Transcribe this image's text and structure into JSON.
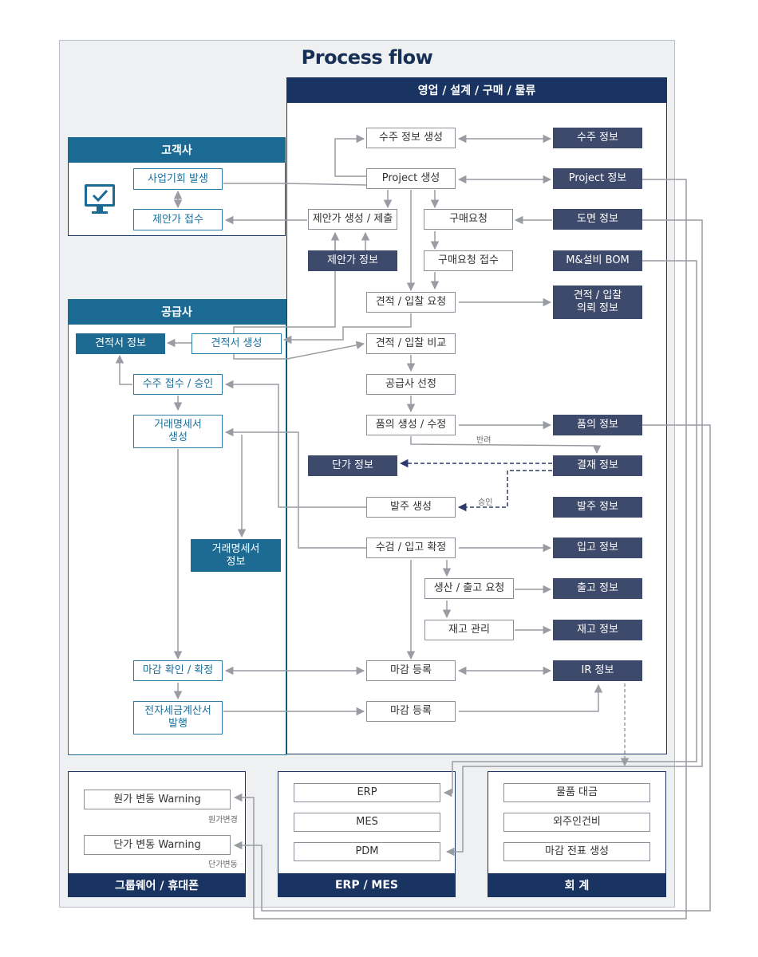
{
  "title": "Process flow",
  "sections": {
    "sales": "영업 / 설계 / 구매 / 물류",
    "customer": "고객사",
    "supplier": "공급사",
    "groupware": "그룹웨어 / 휴대폰",
    "erp": "ERP / MES",
    "accounting": "회 계"
  },
  "customer": {
    "business_plan": "사업기회 발생",
    "proposal_receive": "제안가 접수"
  },
  "supplier": {
    "quote_info": "견적서 정보",
    "quote_create": "견적서 생성",
    "order_accept": "수주 접수 / 승인",
    "statement_create": "거래명세서\n생성",
    "statement_info": "거래명세서\n정보",
    "close_confirm": "마감 확인 / 확정",
    "tax_invoice": "전자세금계산서\n발행"
  },
  "sales": {
    "order_info_create": "수주 정보 생성",
    "order_info": "수주 정보",
    "project_create": "Project 생성",
    "project_info": "Project 정보",
    "proposal_create": "제안가 생성 / 제출",
    "purchase_request": "구매요청",
    "drawing_info": "도면 정보",
    "proposal_info": "제안가 정보",
    "purchase_request_receive": "구매요청 접수",
    "bom": "M&설비 BOM",
    "quote_bid_request": "견적 / 입찰 요청",
    "quote_bid_request_info": "견적 / 입찰\n의뢰 정보",
    "quote_bid_compare": "견적 / 입찰 비교",
    "supplier_select": "공급사 선정",
    "approval_create": "품의 생성 / 수정",
    "approval_info": "품의 정보",
    "return_label": "반려",
    "unit_price_info": "단가 정보",
    "payment_info": "결재 정보",
    "approve_label": "승인",
    "po_create": "발주 생성",
    "po_info": "발주 정보",
    "inspection_confirm": "수검 / 입고 확정",
    "receipt_info": "입고 정보",
    "production_shipment": "생산 / 출고 요청",
    "shipment_info": "출고 정보",
    "inventory_manage": "재고 관리",
    "inventory_info": "재고 정보",
    "close_register": "마감 등록",
    "ir_info": "IR 정보",
    "close_register2": "마감 등록"
  },
  "groupware": {
    "cost_warning": "원가 변동 Warning",
    "cost_label": "원가변경",
    "price_warning": "단가 변동 Warning",
    "price_label": "단가변동"
  },
  "erp": {
    "erp": "ERP",
    "mes": "MES",
    "pdm": "PDM"
  },
  "accounting": {
    "goods_payment": "물품 대금",
    "outsourcing_labor": "외주인건비",
    "closing_slip": "마감 전표 생성"
  },
  "colors": {
    "navy": "#1a3462",
    "teal": "#1b6a93",
    "info_box": "#3d4a6b",
    "arrow": "#9a9ca3",
    "dashed": "#2c3b6b"
  }
}
